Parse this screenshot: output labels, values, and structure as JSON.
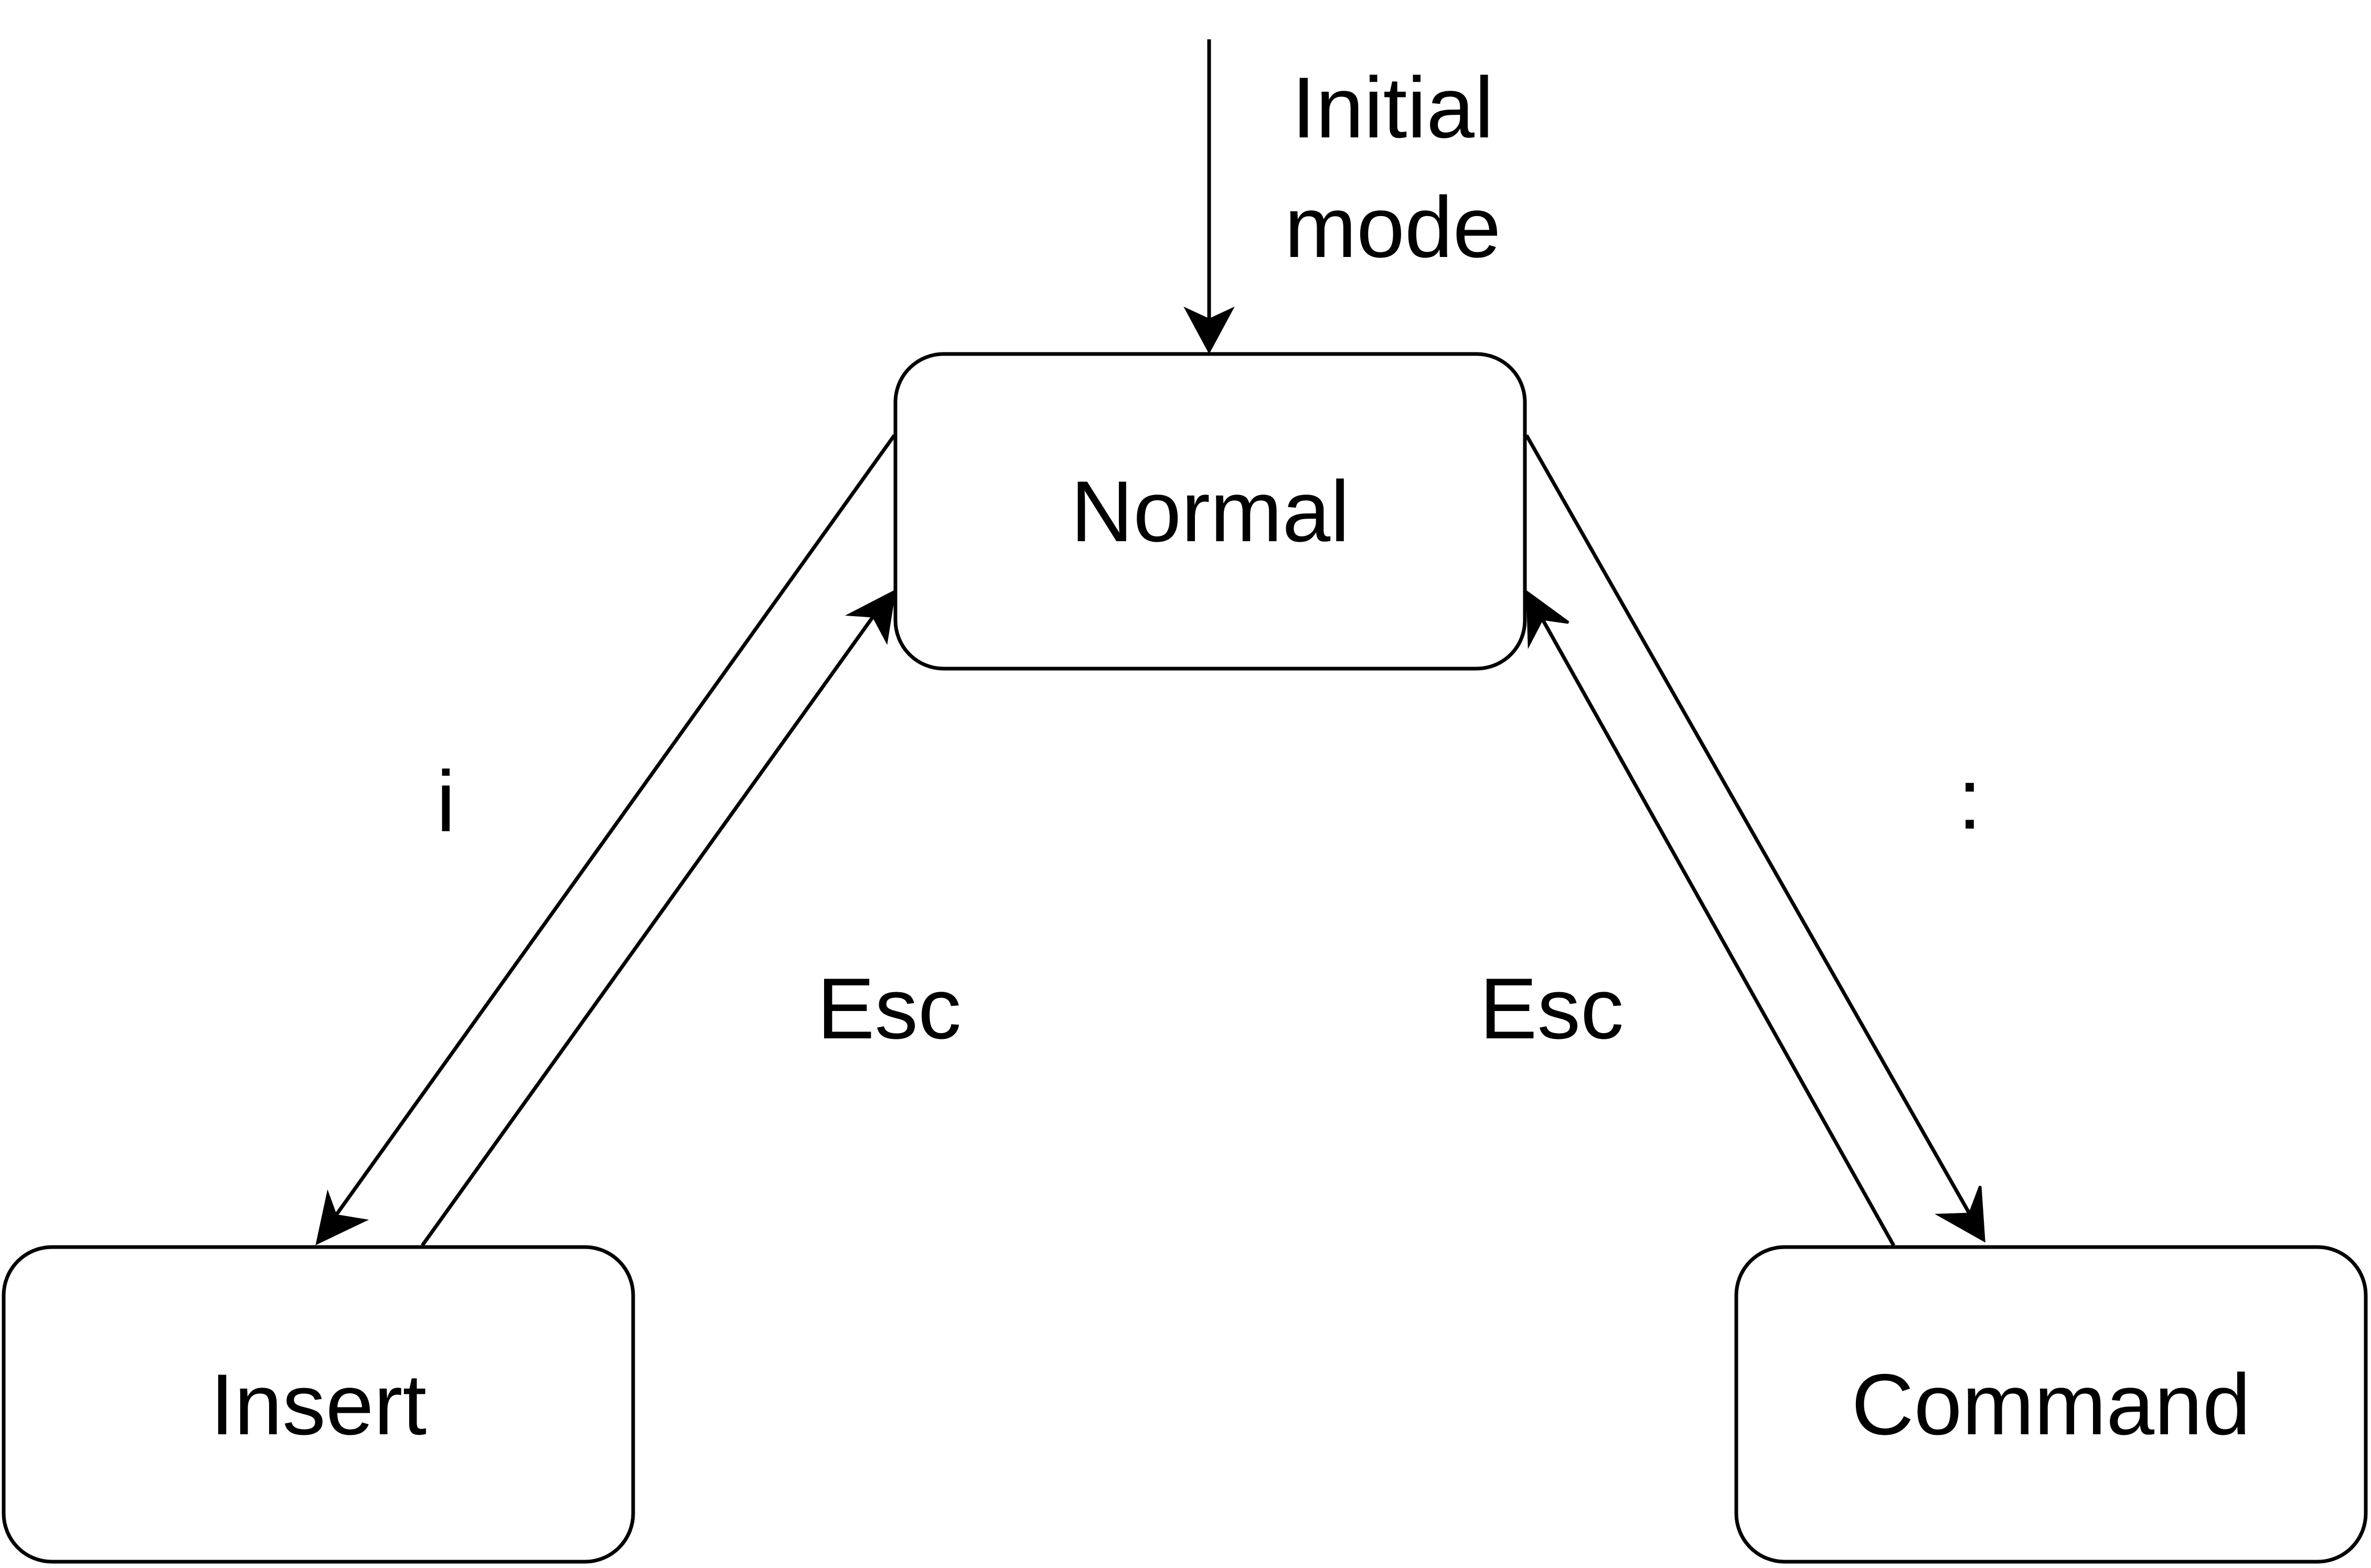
{
  "diagram": {
    "type": "state-diagram",
    "nodes": {
      "normal": "Normal",
      "insert": "Insert",
      "command": "Command"
    },
    "edges": {
      "initial": {
        "label_line1": "Initial",
        "label_line2": "mode",
        "to": "Normal"
      },
      "normal_to_insert": {
        "label": "i",
        "from": "Normal",
        "to": "Insert"
      },
      "insert_to_normal": {
        "label": "Esc",
        "from": "Insert",
        "to": "Normal"
      },
      "normal_to_command": {
        "label": ":",
        "from": "Normal",
        "to": "Command"
      },
      "command_to_normal": {
        "label": "Esc",
        "from": "Command",
        "to": "Normal"
      }
    },
    "colors": {
      "stroke": "#000000",
      "fill": "#ffffff"
    }
  }
}
